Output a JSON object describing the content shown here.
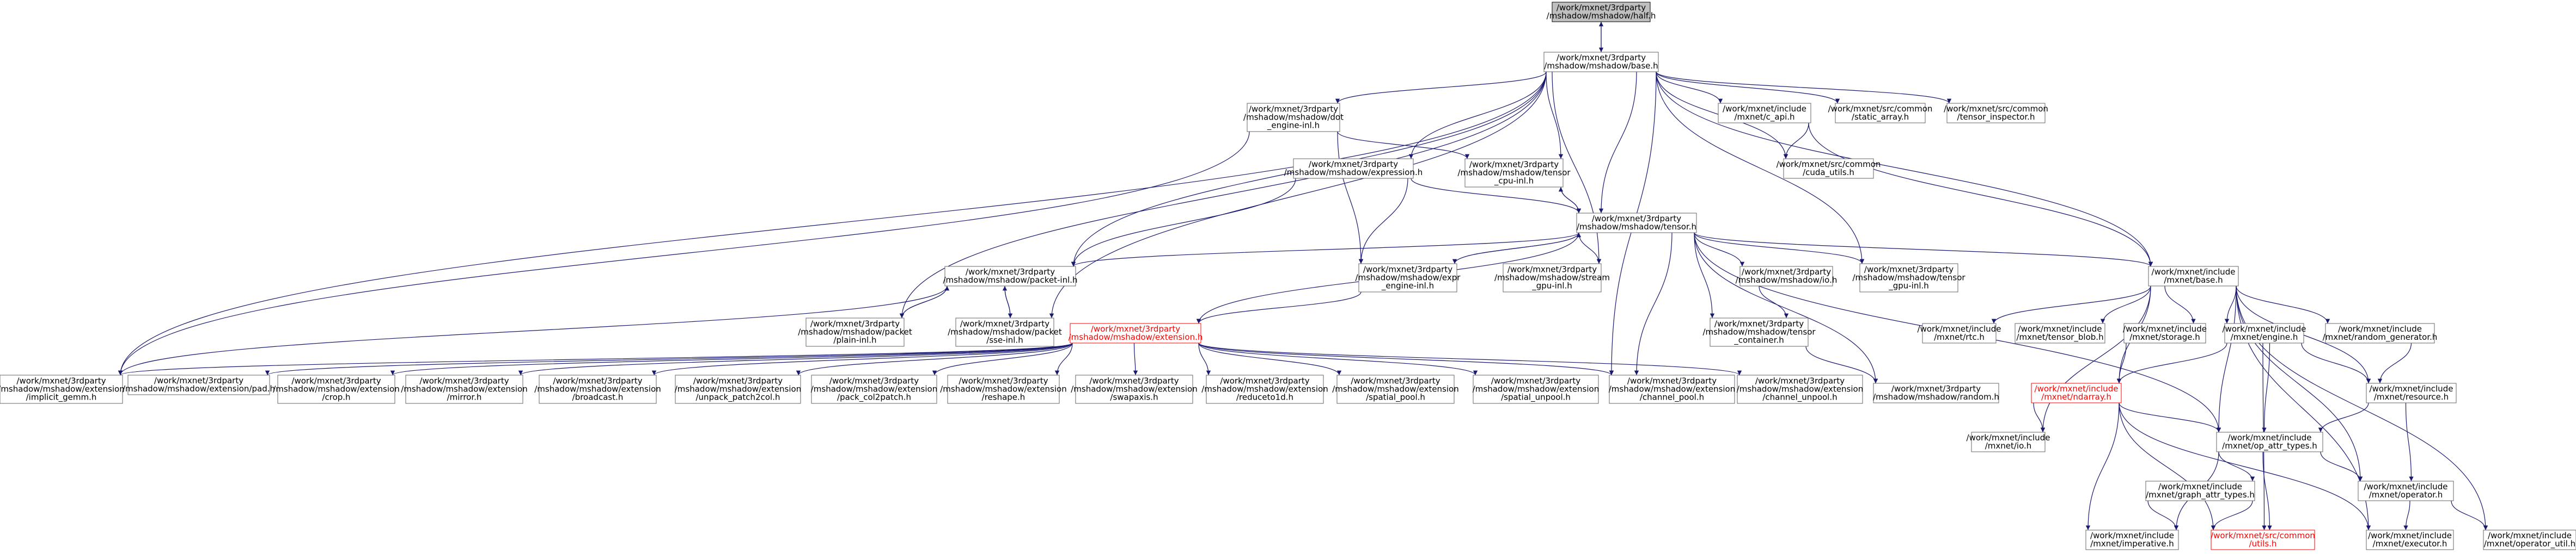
{
  "diagram": {
    "type": "include-dependency-graph",
    "colors": {
      "edge": "#191970",
      "node_border": "#666666",
      "root_fill": "#bfbfbf",
      "broken_ref": "#ff0000"
    },
    "nodes": [
      {
        "id": "half",
        "lines": [
          "/work/mxnet/3rdparty",
          "/mshadow/mshadow/half.h"
        ],
        "root": true
      },
      {
        "id": "base_ms",
        "lines": [
          "/work/mxnet/3rdparty",
          "/mshadow/mshadow/base.h"
        ]
      },
      {
        "id": "dot_engine",
        "lines": [
          "/work/mxnet/3rdparty",
          "/mshadow/mshadow/dot",
          "_engine-inl.h"
        ]
      },
      {
        "id": "dlpack",
        "lines": [
          "/work/mxnet/include",
          "/mxnet/c_api.h"
        ]
      },
      {
        "id": "static_array",
        "lines": [
          "/work/mxnet/src/common",
          "/static_array.h"
        ]
      },
      {
        "id": "tensor_inspector",
        "lines": [
          "/work/mxnet/src/common",
          "/tensor_inspector.h"
        ]
      },
      {
        "id": "expression",
        "lines": [
          "/work/mxnet/3rdparty",
          "/mshadow/mshadow/expression.h"
        ]
      },
      {
        "id": "tensor_cpu",
        "lines": [
          "/work/mxnet/3rdparty",
          "/mshadow/mshadow/tensor",
          "_cpu-inl.h"
        ]
      },
      {
        "id": "cuda_utils",
        "lines": [
          "/work/mxnet/src/common",
          "/cuda_utils.h"
        ]
      },
      {
        "id": "tensor",
        "lines": [
          "/work/mxnet/3rdparty",
          "/mshadow/mshadow/tensor.h"
        ]
      },
      {
        "id": "packet_inl",
        "lines": [
          "/work/mxnet/3rdparty",
          "/mshadow/mshadow/packet-inl.h"
        ]
      },
      {
        "id": "expr_engine",
        "lines": [
          "/work/mxnet/3rdparty",
          "/mshadow/mshadow/expr",
          "_engine-inl.h"
        ]
      },
      {
        "id": "stream_gpu",
        "lines": [
          "/work/mxnet/3rdparty",
          "/mshadow/mshadow/stream",
          "_gpu-inl.h"
        ]
      },
      {
        "id": "io",
        "lines": [
          "/work/mxnet/3rdparty",
          "/mshadow/mshadow/io.h"
        ]
      },
      {
        "id": "tensor_gpu",
        "lines": [
          "/work/mxnet/3rdparty",
          "/mshadow/mshadow/tensor",
          "_gpu-inl.h"
        ]
      },
      {
        "id": "mxnet_base",
        "lines": [
          "/work/mxnet/include",
          "/mxnet/base.h"
        ]
      },
      {
        "id": "packet_plain",
        "lines": [
          "/work/mxnet/3rdparty",
          "/mshadow/mshadow/packet",
          "/plain-inl.h"
        ]
      },
      {
        "id": "packet_sse",
        "lines": [
          "/work/mxnet/3rdparty",
          "/mshadow/mshadow/packet",
          "/sse-inl.h"
        ]
      },
      {
        "id": "extension",
        "lines": [
          "/work/mxnet/3rdparty",
          "/mshadow/mshadow/extension.h"
        ],
        "red": true
      },
      {
        "id": "tensor_container",
        "lines": [
          "/work/mxnet/3rdparty",
          "/mshadow/mshadow/tensor",
          "_container.h"
        ]
      },
      {
        "id": "rtc",
        "lines": [
          "/work/mxnet/include",
          "/mxnet/rtc.h"
        ]
      },
      {
        "id": "tensor_blob",
        "lines": [
          "/work/mxnet/include",
          "/mxnet/tensor_blob.h"
        ]
      },
      {
        "id": "storage",
        "lines": [
          "/work/mxnet/include",
          "/mxnet/storage.h"
        ]
      },
      {
        "id": "engine",
        "lines": [
          "/work/mxnet/include",
          "/mxnet/engine.h"
        ]
      },
      {
        "id": "random_gen",
        "lines": [
          "/work/mxnet/include",
          "/mxnet/random_generator.h"
        ]
      },
      {
        "id": "ext_implicit",
        "lines": [
          "/work/mxnet/3rdparty",
          "/mshadow/mshadow/extension",
          "/implicit_gemm.h"
        ]
      },
      {
        "id": "ext_pad",
        "lines": [
          "/work/mxnet/3rdparty",
          "/mshadow/mshadow/extension/pad.h"
        ]
      },
      {
        "id": "ext_crop",
        "lines": [
          "/work/mxnet/3rdparty",
          "/mshadow/mshadow/extension",
          "/crop.h"
        ]
      },
      {
        "id": "ext_mirror",
        "lines": [
          "/work/mxnet/3rdparty",
          "/mshadow/mshadow/extension",
          "/mirror.h"
        ]
      },
      {
        "id": "ext_broadcast",
        "lines": [
          "/work/mxnet/3rdparty",
          "/mshadow/mshadow/extension",
          "/broadcast.h"
        ]
      },
      {
        "id": "ext_unpack",
        "lines": [
          "/work/mxnet/3rdparty",
          "/mshadow/mshadow/extension",
          "/unpack_patch2col.h"
        ]
      },
      {
        "id": "ext_pack",
        "lines": [
          "/work/mxnet/3rdparty",
          "/mshadow/mshadow/extension",
          "/pack_col2patch.h"
        ]
      },
      {
        "id": "ext_reshape",
        "lines": [
          "/work/mxnet/3rdparty",
          "/mshadow/mshadow/extension",
          "/reshape.h"
        ]
      },
      {
        "id": "ext_swapaxis",
        "lines": [
          "/work/mxnet/3rdparty",
          "/mshadow/mshadow/extension",
          "/swapaxis.h"
        ]
      },
      {
        "id": "ext_reduceto1d",
        "lines": [
          "/work/mxnet/3rdparty",
          "/mshadow/mshadow/extension",
          "/reduceto1d.h"
        ]
      },
      {
        "id": "ext_spatial_pool",
        "lines": [
          "/work/mxnet/3rdparty",
          "/mshadow/mshadow/extension",
          "/spatial_pool.h"
        ]
      },
      {
        "id": "ext_spatial_unpool",
        "lines": [
          "/work/mxnet/3rdparty",
          "/mshadow/mshadow/extension",
          "/spatial_unpool.h"
        ]
      },
      {
        "id": "ext_channel_pool",
        "lines": [
          "/work/mxnet/3rdparty",
          "/mshadow/mshadow/extension",
          "/channel_pool.h"
        ]
      },
      {
        "id": "ext_channel_unpool",
        "lines": [
          "/work/mxnet/3rdparty",
          "/mshadow/mshadow/extension",
          "/channel_unpool.h"
        ]
      },
      {
        "id": "random",
        "lines": [
          "/work/mxnet/3rdparty",
          "/mshadow/mshadow/random.h"
        ]
      },
      {
        "id": "ndarray",
        "lines": [
          "/work/mxnet/include",
          "/mxnet/ndarray.h"
        ],
        "red": true
      },
      {
        "id": "resource",
        "lines": [
          "/work/mxnet/include",
          "/mxnet/resource.h"
        ]
      },
      {
        "id": "mxnet_io",
        "lines": [
          "/work/mxnet/include",
          "/mxnet/io.h"
        ]
      },
      {
        "id": "op_attr_types",
        "lines": [
          "/work/mxnet/include",
          "/mxnet/op_attr_types.h"
        ]
      },
      {
        "id": "graph_attr_types",
        "lines": [
          "/work/mxnet/include",
          "/mxnet/graph_attr_types.h"
        ]
      },
      {
        "id": "operator",
        "lines": [
          "/work/mxnet/include",
          "/mxnet/operator.h"
        ]
      },
      {
        "id": "imperative",
        "lines": [
          "/work/mxnet/include",
          "/mxnet/imperative.h"
        ]
      },
      {
        "id": "common_utils",
        "lines": [
          "/work/mxnet/src/common",
          "/utils.h"
        ],
        "red": true
      },
      {
        "id": "executor",
        "lines": [
          "/work/mxnet/include",
          "/mxnet/executor.h"
        ]
      },
      {
        "id": "operator_util",
        "lines": [
          "/work/mxnet/include",
          "/mxnet/operator_util.h"
        ]
      }
    ],
    "edges": [
      [
        "half",
        "base_ms"
      ],
      [
        "base_ms",
        "half"
      ],
      [
        "base_ms",
        "dot_engine"
      ],
      [
        "base_ms",
        "dlpack"
      ],
      [
        "base_ms",
        "static_array"
      ],
      [
        "base_ms",
        "tensor_inspector"
      ],
      [
        "base_ms",
        "expression"
      ],
      [
        "base_ms",
        "tensor_cpu"
      ],
      [
        "base_ms",
        "tensor"
      ],
      [
        "base_ms",
        "packet_inl"
      ],
      [
        "base_ms",
        "packet_plain"
      ],
      [
        "base_ms",
        "packet_sse"
      ],
      [
        "base_ms",
        "stream_gpu"
      ],
      [
        "base_ms",
        "tensor_gpu"
      ],
      [
        "base_ms",
        "mxnet_base"
      ],
      [
        "base_ms",
        "cuda_utils"
      ],
      [
        "base_ms",
        "ext_channel_pool"
      ],
      [
        "base_ms",
        "ext_implicit"
      ],
      [
        "dlpack",
        "cuda_utils"
      ],
      [
        "dlpack",
        "mxnet_base"
      ],
      [
        "dot_engine",
        "tensor_cpu"
      ],
      [
        "dot_engine",
        "ext_implicit"
      ],
      [
        "dot_engine",
        "expr_engine"
      ],
      [
        "expression",
        "tensor"
      ],
      [
        "expression",
        "packet_inl"
      ],
      [
        "expression",
        "expr_engine"
      ],
      [
        "tensor_cpu",
        "tensor"
      ],
      [
        "tensor",
        "tensor_cpu"
      ],
      [
        "tensor",
        "packet_inl"
      ],
      [
        "tensor",
        "expr_engine"
      ],
      [
        "tensor",
        "stream_gpu"
      ],
      [
        "tensor",
        "io"
      ],
      [
        "tensor",
        "tensor_gpu"
      ],
      [
        "tensor",
        "mxnet_base"
      ],
      [
        "tensor",
        "extension"
      ],
      [
        "tensor",
        "tensor_container"
      ],
      [
        "tensor",
        "random"
      ],
      [
        "tensor",
        "ext_channel_pool"
      ],
      [
        "tensor",
        "op_attr_types"
      ],
      [
        "expr_engine",
        "tensor"
      ],
      [
        "packet_inl",
        "packet_plain"
      ],
      [
        "packet_inl",
        "packet_sse"
      ],
      [
        "packet_plain",
        "packet_inl"
      ],
      [
        "packet_sse",
        "packet_inl"
      ],
      [
        "packet_inl",
        "ext_implicit"
      ],
      [
        "expr_engine",
        "extension"
      ],
      [
        "io",
        "tensor_container"
      ],
      [
        "tensor_container",
        "random"
      ],
      [
        "extension",
        "ext_implicit"
      ],
      [
        "extension",
        "ext_pad"
      ],
      [
        "extension",
        "ext_crop"
      ],
      [
        "extension",
        "ext_mirror"
      ],
      [
        "extension",
        "ext_broadcast"
      ],
      [
        "extension",
        "ext_unpack"
      ],
      [
        "extension",
        "ext_pack"
      ],
      [
        "extension",
        "ext_reshape"
      ],
      [
        "extension",
        "ext_swapaxis"
      ],
      [
        "extension",
        "ext_reduceto1d"
      ],
      [
        "extension",
        "ext_spatial_pool"
      ],
      [
        "extension",
        "ext_spatial_unpool"
      ],
      [
        "extension",
        "ext_channel_pool"
      ],
      [
        "extension",
        "ext_channel_unpool"
      ],
      [
        "mxnet_base",
        "rtc"
      ],
      [
        "mxnet_base",
        "tensor_blob"
      ],
      [
        "mxnet_base",
        "storage"
      ],
      [
        "mxnet_base",
        "engine"
      ],
      [
        "mxnet_base",
        "random_gen"
      ],
      [
        "mxnet_base",
        "resource"
      ],
      [
        "mxnet_base",
        "ndarray"
      ],
      [
        "mxnet_base",
        "op_attr_types"
      ],
      [
        "mxnet_base",
        "operator"
      ],
      [
        "mxnet_base",
        "mxnet_io"
      ],
      [
        "mxnet_base",
        "executor"
      ],
      [
        "mxnet_base",
        "operator_util"
      ],
      [
        "storage",
        "ndarray"
      ],
      [
        "engine",
        "ndarray"
      ],
      [
        "engine",
        "resource"
      ],
      [
        "engine",
        "op_attr_types"
      ],
      [
        "engine",
        "common_utils"
      ],
      [
        "random_gen",
        "resource"
      ],
      [
        "resource",
        "op_attr_types"
      ],
      [
        "resource",
        "operator"
      ],
      [
        "ndarray",
        "mxnet_io"
      ],
      [
        "ndarray",
        "op_attr_types"
      ],
      [
        "ndarray",
        "imperative"
      ],
      [
        "ndarray",
        "common_utils"
      ],
      [
        "ndarray",
        "executor"
      ],
      [
        "op_attr_types",
        "graph_attr_types"
      ],
      [
        "op_attr_types",
        "operator"
      ],
      [
        "op_attr_types",
        "imperative"
      ],
      [
        "op_attr_types",
        "common_utils"
      ],
      [
        "graph_attr_types",
        "imperative"
      ],
      [
        "graph_attr_types",
        "common_utils"
      ],
      [
        "operator",
        "executor"
      ],
      [
        "operator",
        "operator_util"
      ]
    ]
  }
}
